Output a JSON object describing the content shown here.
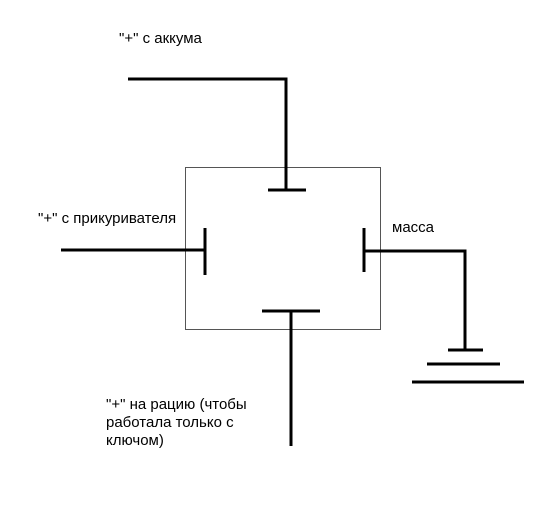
{
  "labels": {
    "battery_plus": "\"+\" с аккума",
    "lighter_plus": "\"+\" с прикуривателя",
    "ground": "масса",
    "radio_plus": "\"+\" на рацию (чтобы работала только с ключом)"
  },
  "colors": {
    "line": "#000000",
    "box_border": "#555555",
    "background": "#ffffff"
  },
  "components": {
    "relay_box": "rectangle-with-four-terminals",
    "ground_symbol": "ground-icon"
  }
}
